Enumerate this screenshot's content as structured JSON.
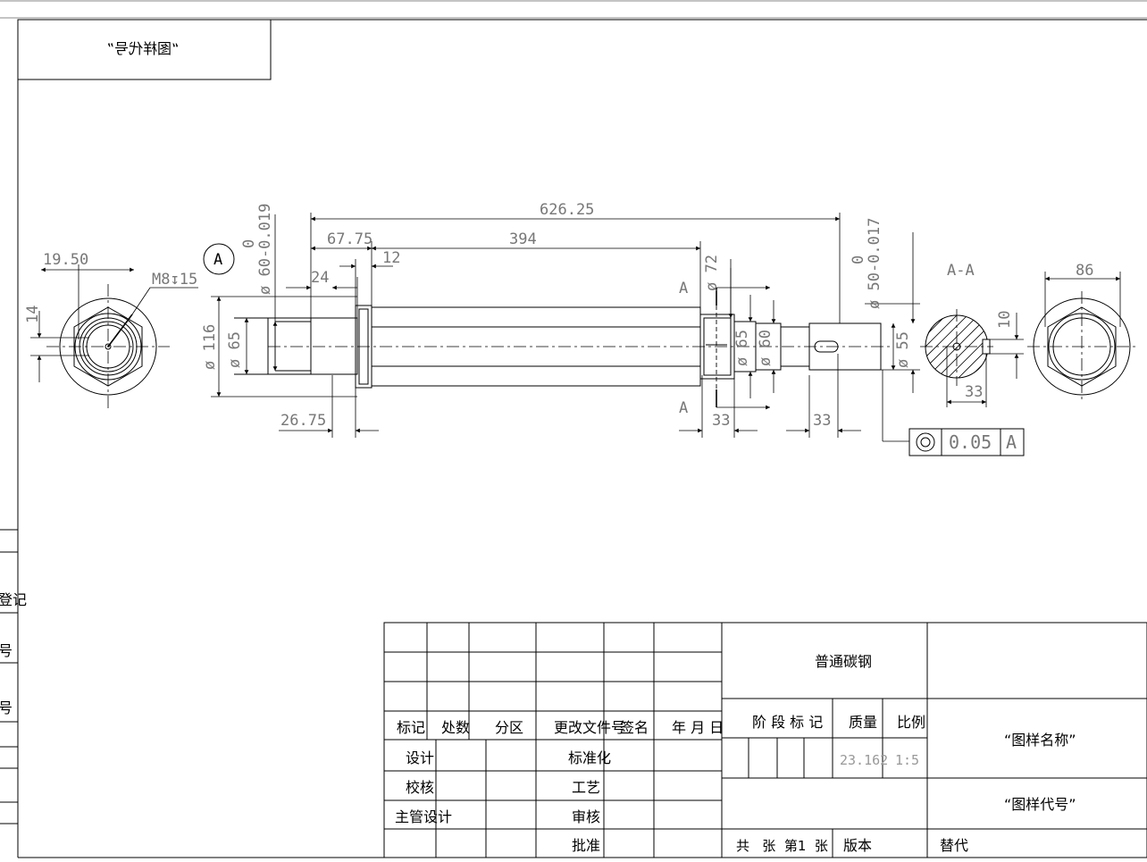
{
  "stamp": {
    "mirrored_code": "“图样代号”"
  },
  "dims": {
    "d626": "626.25",
    "d394": "394",
    "d6775": "67.75",
    "d24": "24",
    "d12": "12",
    "d2675": "26.75",
    "d1950": "19.50",
    "d14": "14",
    "thread": "M8↧15",
    "phi116": "ø 116",
    "phi65a": "ø 65",
    "tol60": "ø 60-0.019",
    "tol60top": "0",
    "phi72": "ø 72",
    "phi65b": "ø 65",
    "phi60": "ø 60",
    "tol50": "ø 50-0.017",
    "tol50top": "0",
    "phi55": "ø 55",
    "d33a": "33",
    "d33b": "33",
    "d33c": "33",
    "d10": "10",
    "d86": "86",
    "sec_a1": "A",
    "sec_a2": "A",
    "section": "A-A",
    "datum": "A"
  },
  "fcf": {
    "symbol": "◎",
    "tol": "0.05",
    "datum": "A"
  },
  "left_table": {
    "labels": [
      "登记",
      "号",
      "号"
    ]
  },
  "title_block": {
    "headers": [
      "标记",
      "处数",
      "分区",
      "更改文件号",
      "签名",
      "年 月 日"
    ],
    "rows": [
      {
        "label": "设计",
        "role": "标准化"
      },
      {
        "label": "校核",
        "role": "工艺"
      },
      {
        "label": "主管设计",
        "role": "审核"
      },
      {
        "label": "",
        "role": "批准"
      }
    ],
    "material": "普通碳钢",
    "stage_label": "阶 段 标 记",
    "mass_label": "质量",
    "scale_label": "比例",
    "mass": "23.162",
    "scale": "1:5",
    "sheets": "共   张  第1  张",
    "version": "版本",
    "replace": "替代",
    "drawing_name": "“图样名称”",
    "drawing_code": "“图样代号”"
  }
}
